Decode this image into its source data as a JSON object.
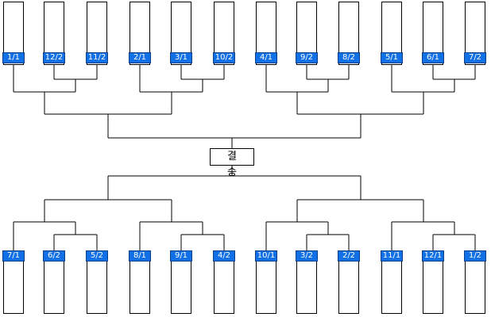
{
  "final": {
    "label": "결 승"
  },
  "top_slots": [
    "1/1",
    "12/2",
    "11/2",
    "2/1",
    "3/1",
    "10/2",
    "4/1",
    "9/2",
    "8/2",
    "5/1",
    "6/1",
    "7/2"
  ],
  "bottom_slots": [
    "7/1",
    "6/2",
    "5/2",
    "8/1",
    "9/1",
    "4/2",
    "10/1",
    "3/2",
    "2/2",
    "11/1",
    "12/1",
    "1/2"
  ],
  "colors": {
    "slot": "#1170e6",
    "line": "#000000"
  }
}
